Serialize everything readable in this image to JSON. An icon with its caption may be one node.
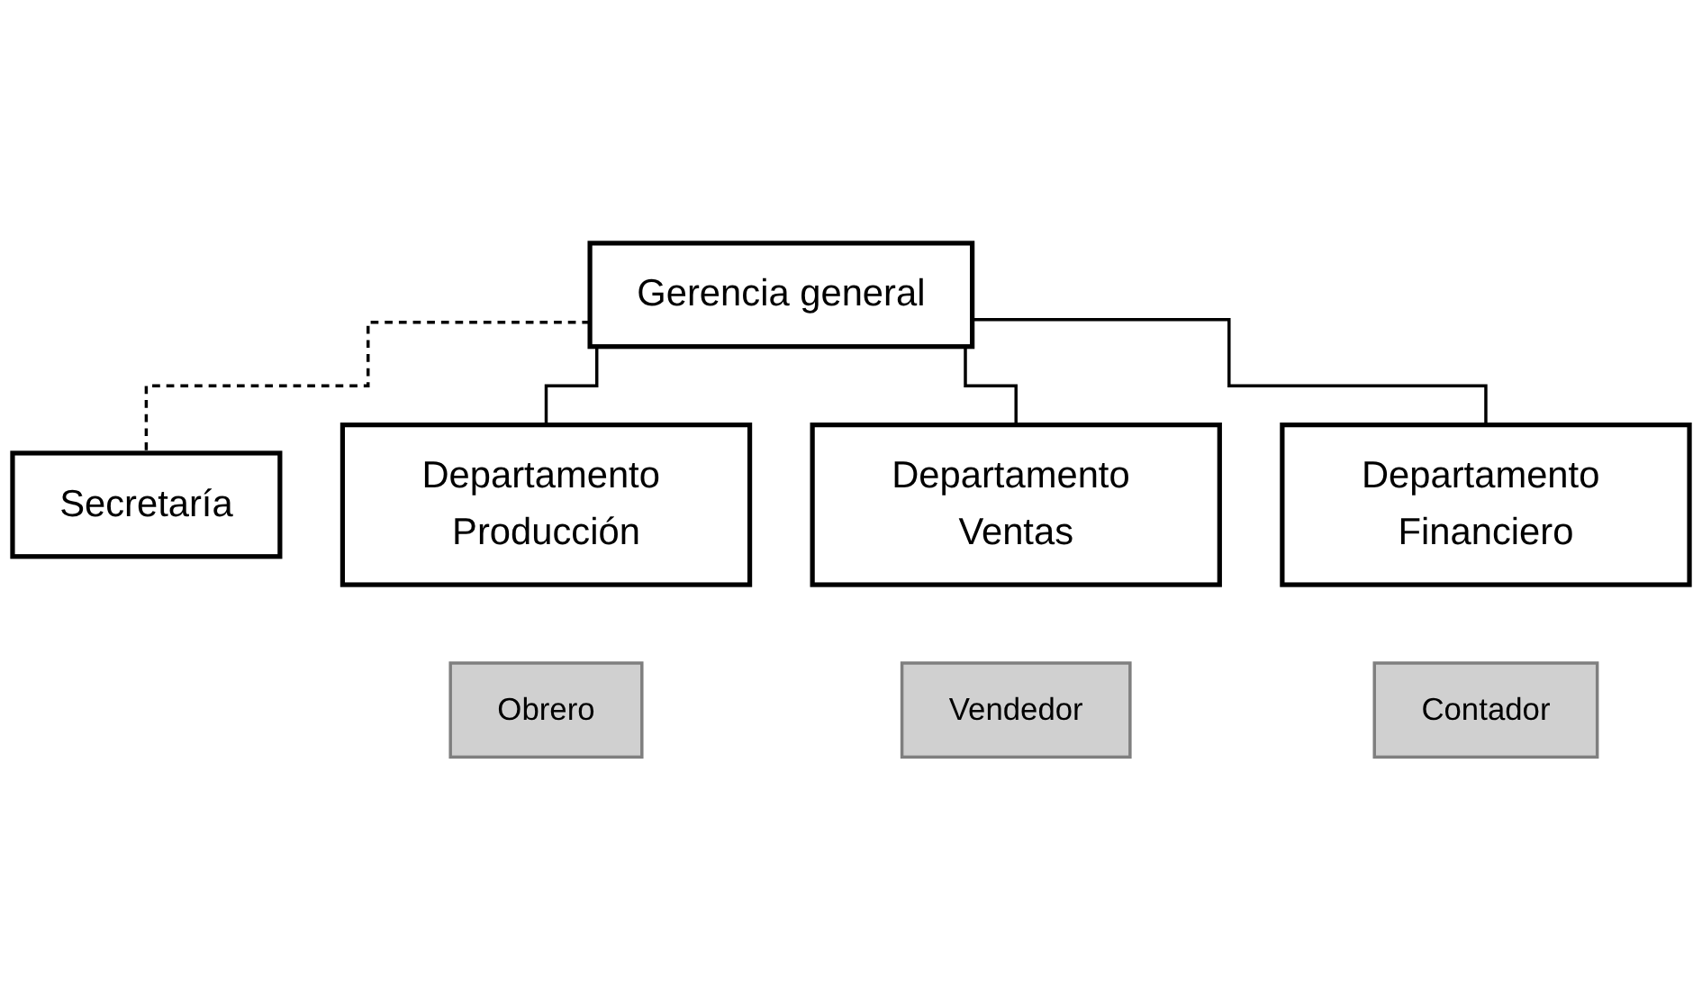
{
  "diagram": {
    "nodes": [
      {
        "text": [
          "Gerencia general"
        ]
      },
      {
        "text": [
          "Secretaría"
        ]
      },
      {
        "text": [
          "Departamento Producción"
        ]
      },
      {
        "text": [
          "Obrero"
        ]
      },
      {
        "text": [
          "Departamento Ventas"
        ]
      },
      {
        "text": [
          "Vendedor"
        ]
      },
      {
        "text": [
          "Departamento Financiero"
        ]
      },
      {
        "text": [
          "Contador"
        ]
      }
    ],
    "edges": [
      {
        "from": 0,
        "to": 1,
        "arrow": "none",
        "style": "dashed"
      },
      {
        "from": 0,
        "to": 2,
        "arrow": "none"
      },
      {
        "from": 0,
        "to": 4,
        "arrow": "none"
      },
      {
        "from": 0,
        "to": 6,
        "arrow": "none"
      }
    ]
  }
}
